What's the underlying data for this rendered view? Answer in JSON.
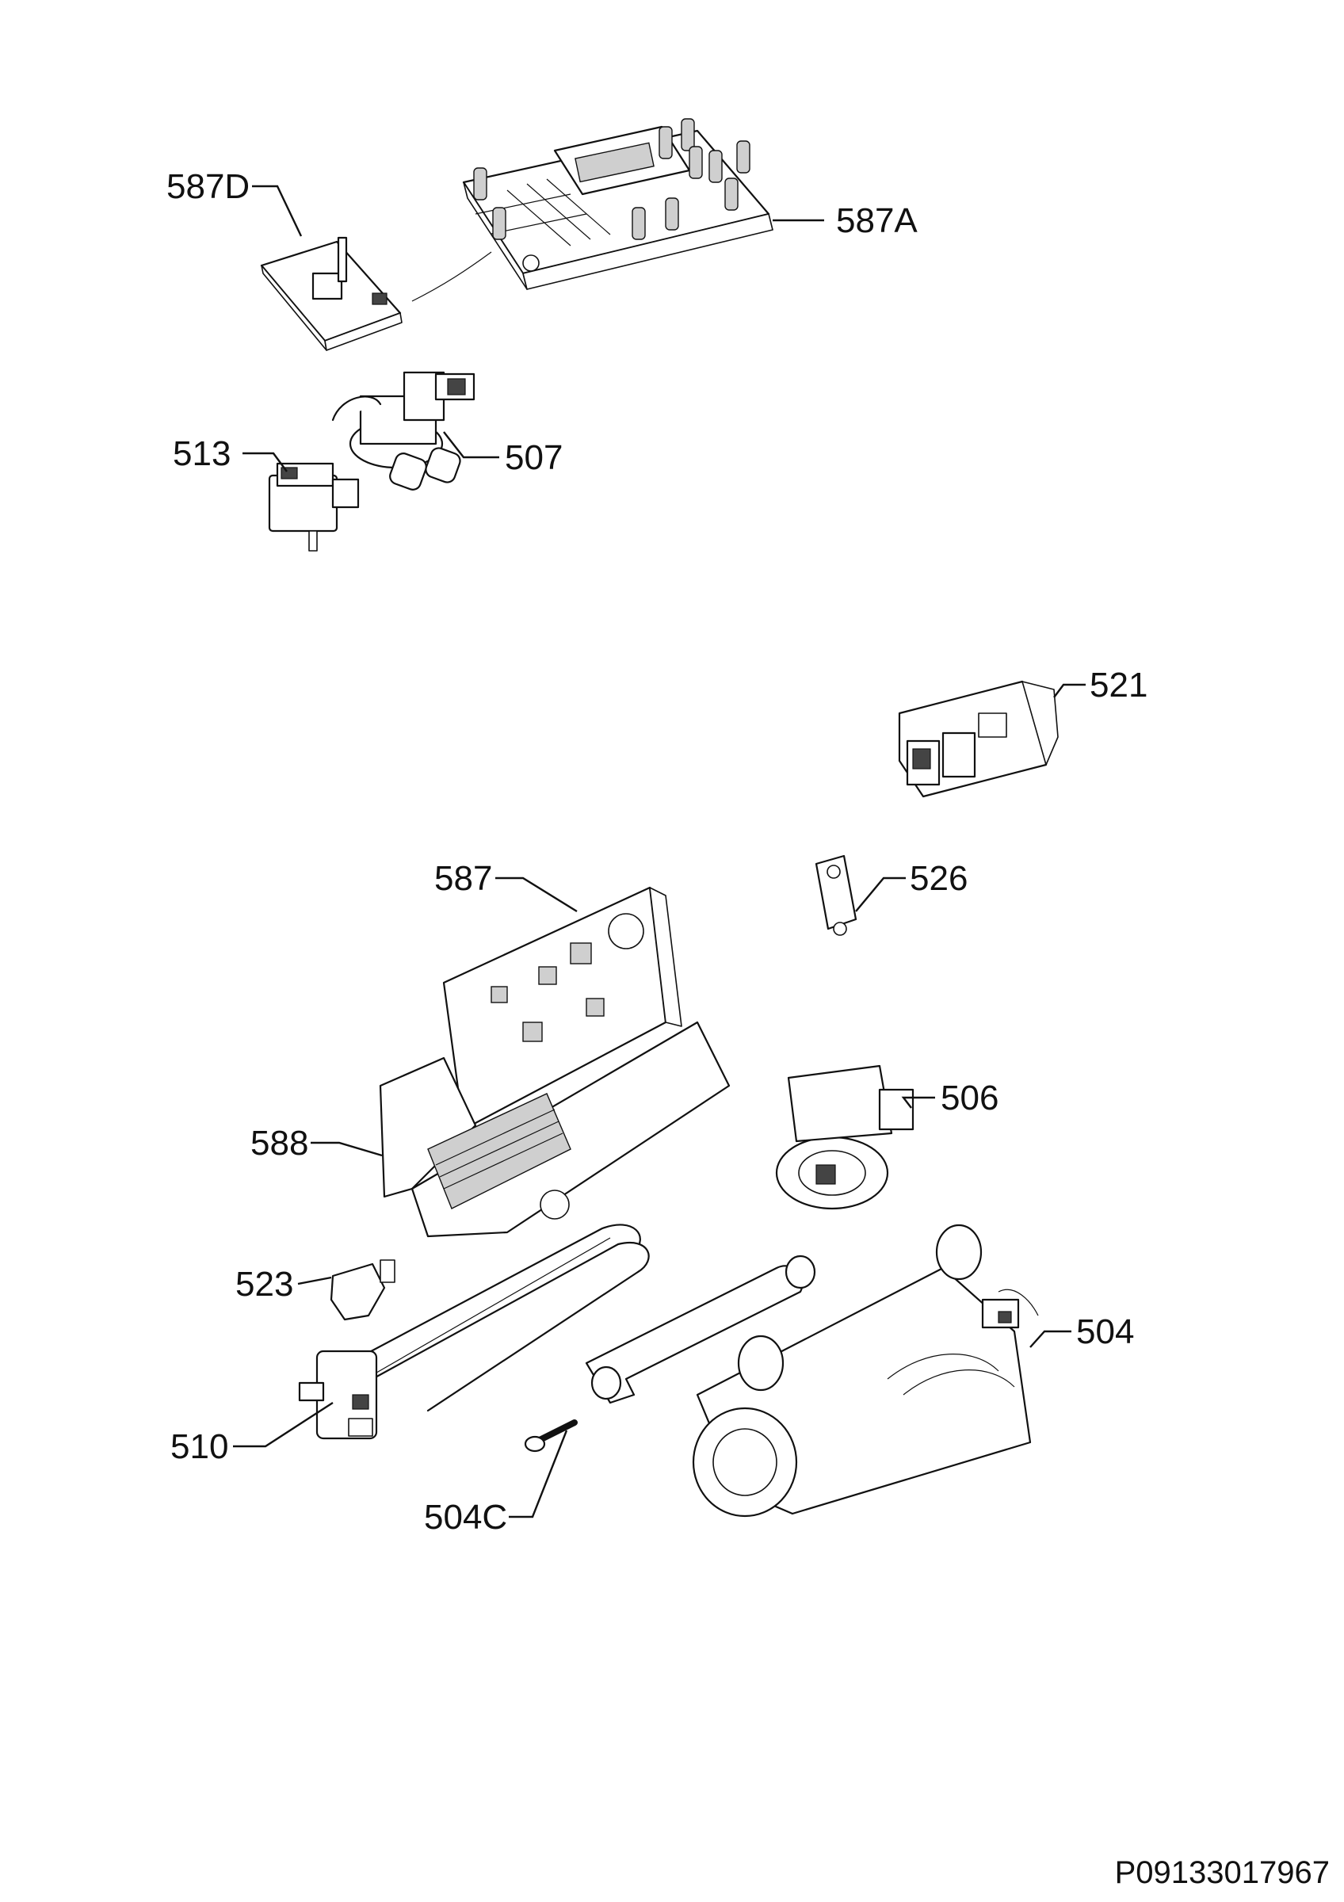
{
  "document_id": "P09133017967",
  "callouts": {
    "587D": "587D",
    "587A": "587A",
    "513": "513",
    "507": "507",
    "521": "521",
    "587": "587",
    "526": "526",
    "506": "506",
    "588": "588",
    "523": "523",
    "504": "504",
    "510": "510",
    "504C": "504C"
  }
}
